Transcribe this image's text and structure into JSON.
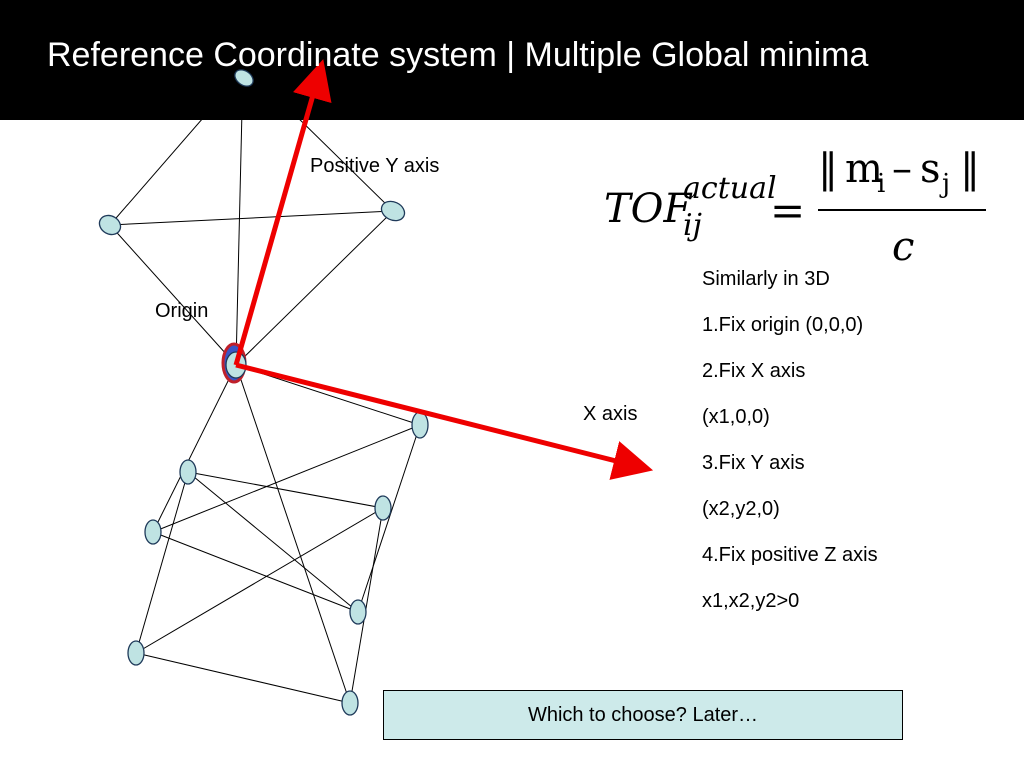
{
  "slide": {
    "title": "Reference Coordinate system | Multiple Global minima"
  },
  "labels": {
    "positive_y_axis": "Positive Y axis",
    "origin": "Origin",
    "x_axis": "X axis"
  },
  "formula": {
    "lhs_base": "TOF",
    "lhs_superscript": "actual",
    "lhs_subscript": "ij",
    "equals": "=",
    "numerator_open": "‖",
    "numerator_m": "m",
    "numerator_m_sub": "i",
    "numerator_minus": "–",
    "numerator_s": "s",
    "numerator_s_sub": "j",
    "numerator_close": "‖",
    "denominator": "c"
  },
  "steps": {
    "intro": "Similarly in 3D",
    "items": [
      "1.Fix origin (0,0,0)",
      "2.Fix X axis",
      "(x1,0,0)",
      "3.Fix Y axis",
      "(x2,y2,0)",
      "4.Fix positive Z axis",
      "x1,x2,y2>0"
    ]
  },
  "note": {
    "text": "Which to choose? Later…"
  },
  "colors": {
    "title_bar": "#000000",
    "axis_arrow": "#ee0000",
    "node_fill": "#bfe3e3",
    "note_bg": "#cdeaea"
  }
}
